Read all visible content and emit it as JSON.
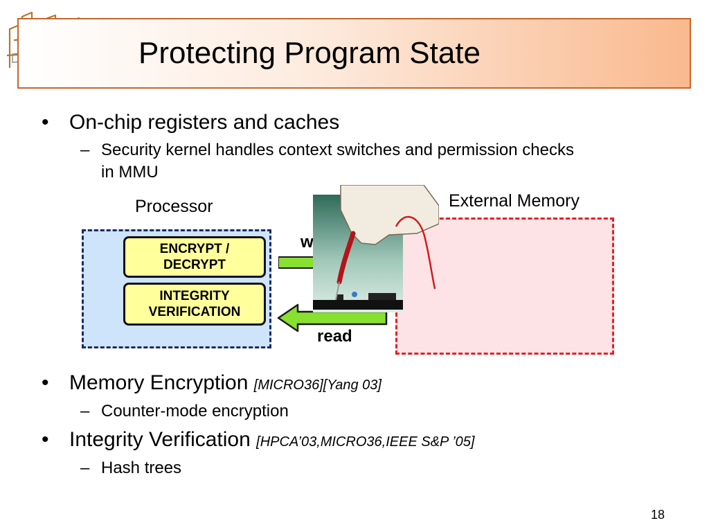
{
  "slide": {
    "title": "Protecting Program State",
    "page_number": "18"
  },
  "bullets": [
    {
      "marker": "•",
      "text": "On-chip registers and caches"
    },
    {
      "marker": "–",
      "line1": "Security kernel handles context switches and permission checks",
      "line2": "in MMU"
    },
    {
      "marker": "•",
      "text": "Memory Encryption",
      "cite": "[MICRO36][Yang 03]"
    },
    {
      "marker": "–",
      "text": "Counter-mode encryption"
    },
    {
      "marker": "•",
      "text": "Integrity Verification",
      "cite": "[HPCA’03,MICRO36,IEEE S&P ’05]"
    },
    {
      "marker": "–",
      "text": "Hash trees"
    }
  ],
  "diagram": {
    "processor_label": "Processor",
    "memory_label": "External Memory",
    "encrypt_line1": "ENCRYPT /",
    "encrypt_line2": "DECRYPT",
    "integrity_line1": "INTEGRITY",
    "integrity_line2": "VERIFICATION",
    "write_label_visible": "w",
    "read_label": "read"
  },
  "colors": {
    "title_border": "#c8642a",
    "processor_fill": "#cde4fb",
    "memory_border": "#e32026",
    "memory_fill": "#fde3e5",
    "chip_fill": "#ffff9c",
    "arrow_fill": "#88e030"
  },
  "icons": {
    "logo": "city-buildings-logo",
    "probe_image": "hand-holding-probe-over-circuit-board"
  }
}
